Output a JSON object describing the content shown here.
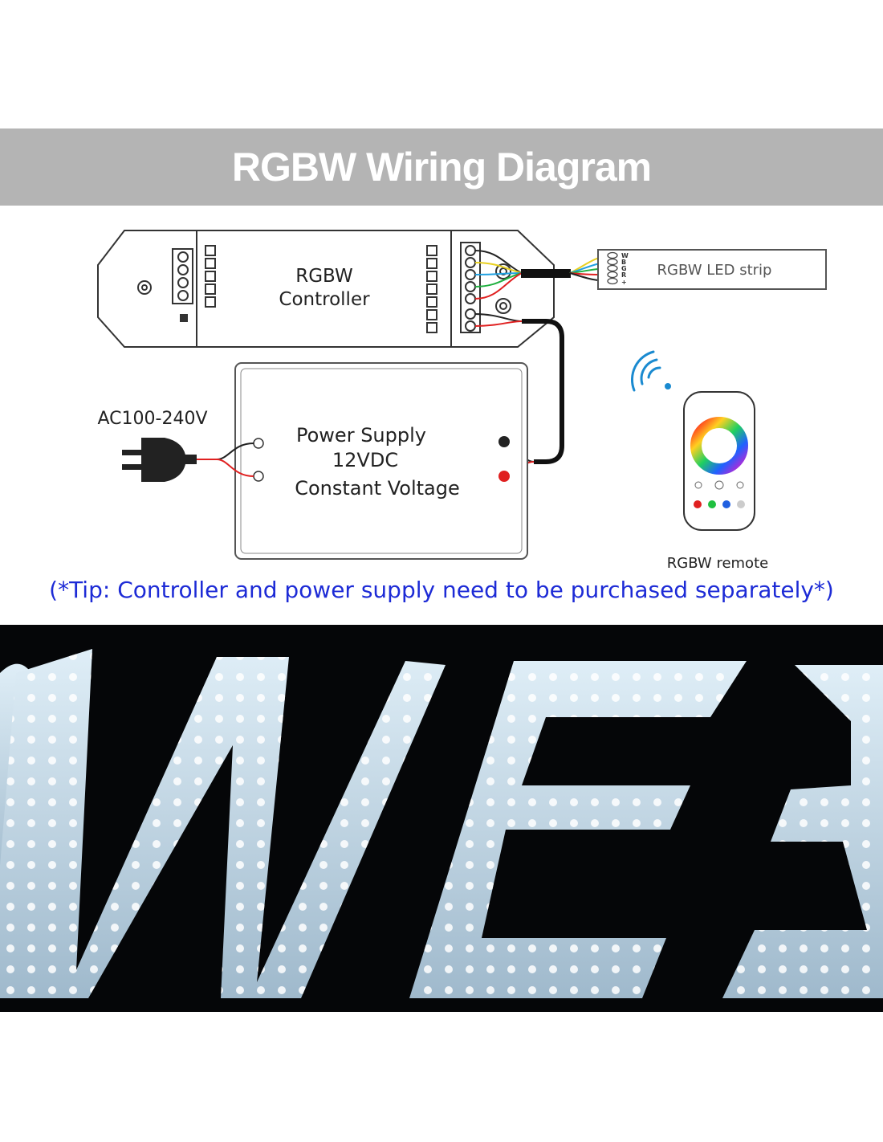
{
  "title": "RGBW Wiring Diagram",
  "controller": {
    "label_line1": "RGBW",
    "label_line2": "Controller"
  },
  "led_strip": {
    "label": "RGBW LED strip",
    "pins": [
      "W",
      "B",
      "G",
      "R",
      "+"
    ]
  },
  "power_supply": {
    "line1": "Power Supply",
    "line2": "12VDC",
    "line3": "Constant Voltage"
  },
  "input_voltage": "AC100-240V",
  "remote": {
    "label": "RGBW remote"
  },
  "tip": "(*Tip: Controller and power supply need to be purchased separately*)",
  "colors": {
    "banner": "#b4b4b4",
    "tip": "#1d2bd6",
    "wire_red": "#e02020",
    "wire_yellow": "#e8d020",
    "wire_blue": "#20a0e0",
    "wire_green": "#20b040"
  }
}
